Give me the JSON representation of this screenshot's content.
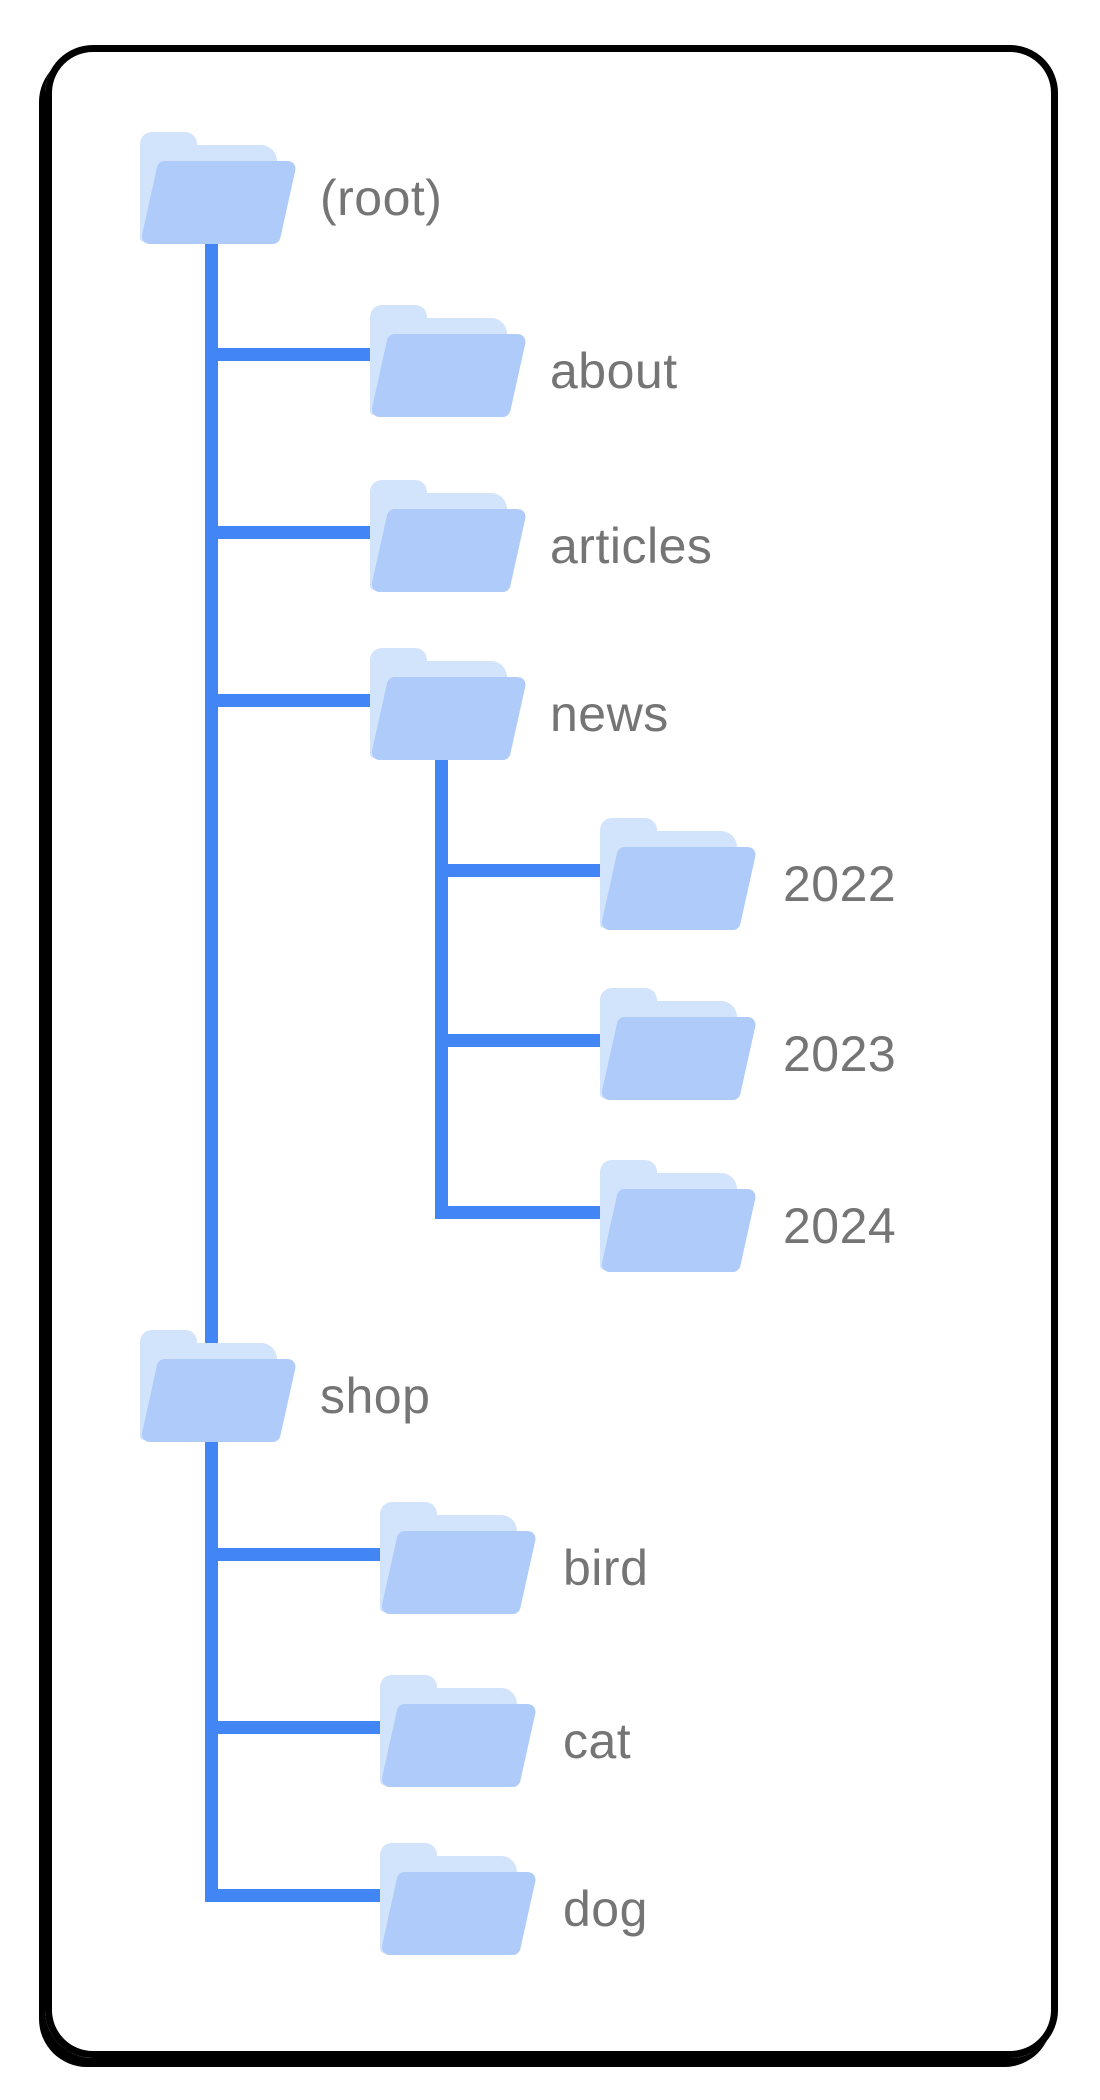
{
  "diagram": {
    "type": "tree",
    "colors": {
      "background": "#ffffff",
      "frame_border": "#000000",
      "connector": "#4285f4",
      "folder_front": "#aecbfa",
      "folder_back": "#d2e3fc",
      "label_text": "#757575"
    },
    "nodes": {
      "root": {
        "label": "(root)"
      },
      "about": {
        "label": "about"
      },
      "articles": {
        "label": "articles"
      },
      "news": {
        "label": "news"
      },
      "y2022": {
        "label": "2022"
      },
      "y2023": {
        "label": "2023"
      },
      "y2024": {
        "label": "2024"
      },
      "shop": {
        "label": "shop"
      },
      "bird": {
        "label": "bird"
      },
      "cat": {
        "label": "cat"
      },
      "dog": {
        "label": "dog"
      }
    },
    "edges": [
      [
        "(root)",
        "about"
      ],
      [
        "(root)",
        "articles"
      ],
      [
        "(root)",
        "news"
      ],
      [
        "news",
        "2022"
      ],
      [
        "news",
        "2023"
      ],
      [
        "news",
        "2024"
      ],
      [
        "(root)",
        "shop"
      ],
      [
        "shop",
        "bird"
      ],
      [
        "shop",
        "cat"
      ],
      [
        "shop",
        "dog"
      ]
    ]
  }
}
